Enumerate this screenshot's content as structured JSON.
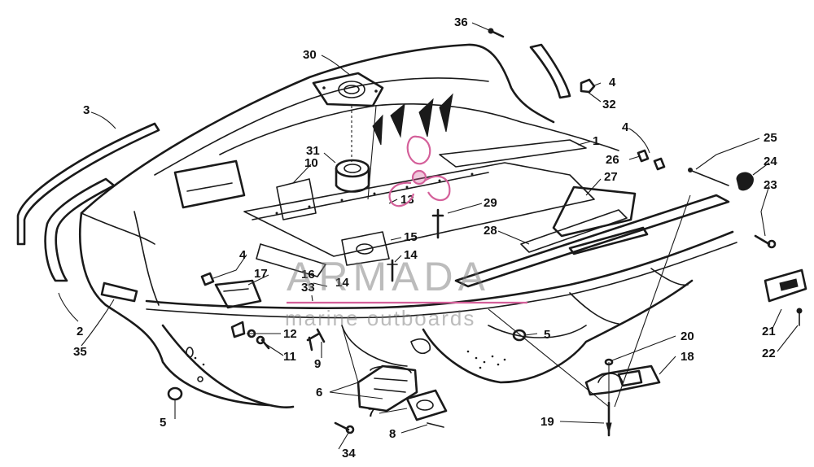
{
  "watermark": {
    "brand": "ARMADA",
    "tagline": "marine outboards",
    "accent_color": "#d4609a",
    "icon": "propeller-logo-icon"
  },
  "callouts": [
    {
      "id": "c36",
      "label": "36"
    },
    {
      "id": "c30",
      "label": "30"
    },
    {
      "id": "c4a",
      "label": "4"
    },
    {
      "id": "c32",
      "label": "32"
    },
    {
      "id": "c3",
      "label": "3"
    },
    {
      "id": "c4b",
      "label": "4"
    },
    {
      "id": "c25",
      "label": "25"
    },
    {
      "id": "c1",
      "label": "1"
    },
    {
      "id": "c31",
      "label": "31"
    },
    {
      "id": "c26",
      "label": "26"
    },
    {
      "id": "c24",
      "label": "24"
    },
    {
      "id": "c10",
      "label": "10"
    },
    {
      "id": "c27",
      "label": "27"
    },
    {
      "id": "c23",
      "label": "23"
    },
    {
      "id": "c13",
      "label": "13"
    },
    {
      "id": "c29",
      "label": "29"
    },
    {
      "id": "c28",
      "label": "28"
    },
    {
      "id": "c15",
      "label": "15"
    },
    {
      "id": "c4c",
      "label": "4"
    },
    {
      "id": "c14a",
      "label": "14"
    },
    {
      "id": "c17",
      "label": "17"
    },
    {
      "id": "c14b",
      "label": "14"
    },
    {
      "id": "c16",
      "label": "16"
    },
    {
      "id": "c33",
      "label": "33"
    },
    {
      "id": "c2",
      "label": "2"
    },
    {
      "id": "c12",
      "label": "12"
    },
    {
      "id": "c5a",
      "label": "5"
    },
    {
      "id": "c35",
      "label": "35"
    },
    {
      "id": "c11",
      "label": "11"
    },
    {
      "id": "c9",
      "label": "9"
    },
    {
      "id": "c20",
      "label": "20"
    },
    {
      "id": "c21",
      "label": "21"
    },
    {
      "id": "c22",
      "label": "22"
    },
    {
      "id": "c18",
      "label": "18"
    },
    {
      "id": "c6",
      "label": "6"
    },
    {
      "id": "c7",
      "label": "7"
    },
    {
      "id": "c8",
      "label": "8"
    },
    {
      "id": "c19",
      "label": "19"
    },
    {
      "id": "c5b",
      "label": "5"
    },
    {
      "id": "c34",
      "label": "34"
    }
  ]
}
